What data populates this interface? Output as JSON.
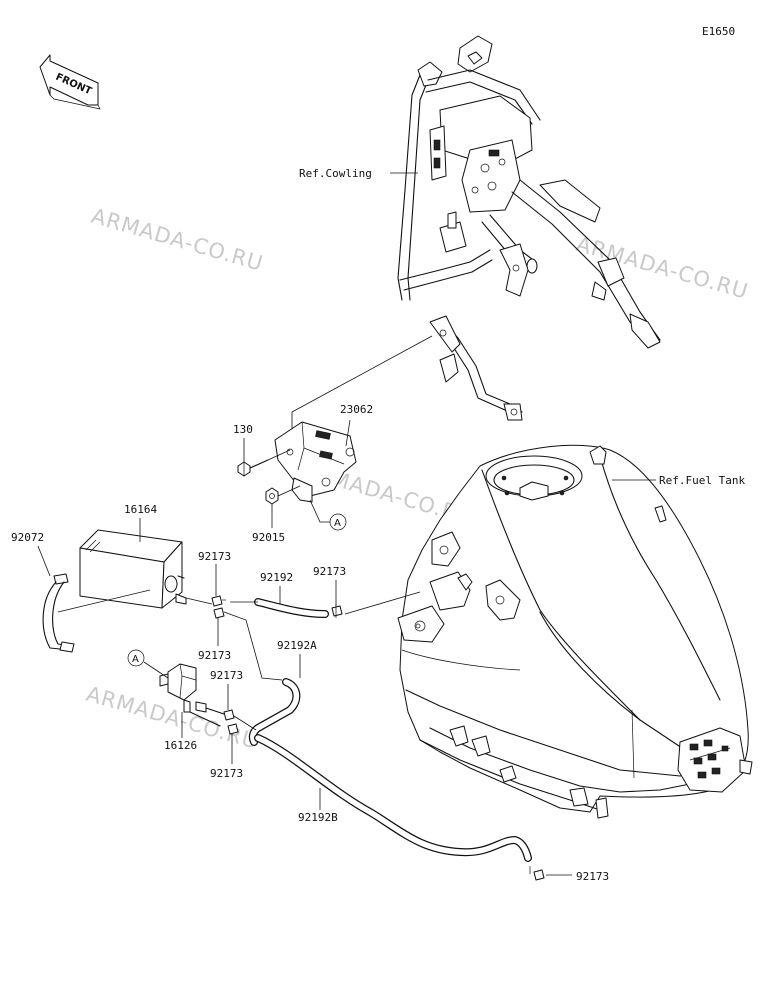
{
  "diagram_code": "E1650",
  "front_indicator": "FRONT",
  "watermark": "ARMADA-CO.RU",
  "references": {
    "cowling": "Ref.Cowling",
    "fuel_tank": "Ref.Fuel Tank"
  },
  "markers": [
    "A",
    "A"
  ],
  "part_numbers": {
    "p130": "130",
    "p23062": "23062",
    "p92015": "92015",
    "p16164": "16164",
    "p92072": "92072",
    "p92173_a": "92173",
    "p92192": "92192",
    "p92173_b": "92173",
    "p92173_c": "92173",
    "p92192A": "92192A",
    "p92173_d": "92173",
    "p16126": "16126",
    "p92173_e": "92173",
    "p92192B": "92192B",
    "p92173_f": "92173"
  }
}
